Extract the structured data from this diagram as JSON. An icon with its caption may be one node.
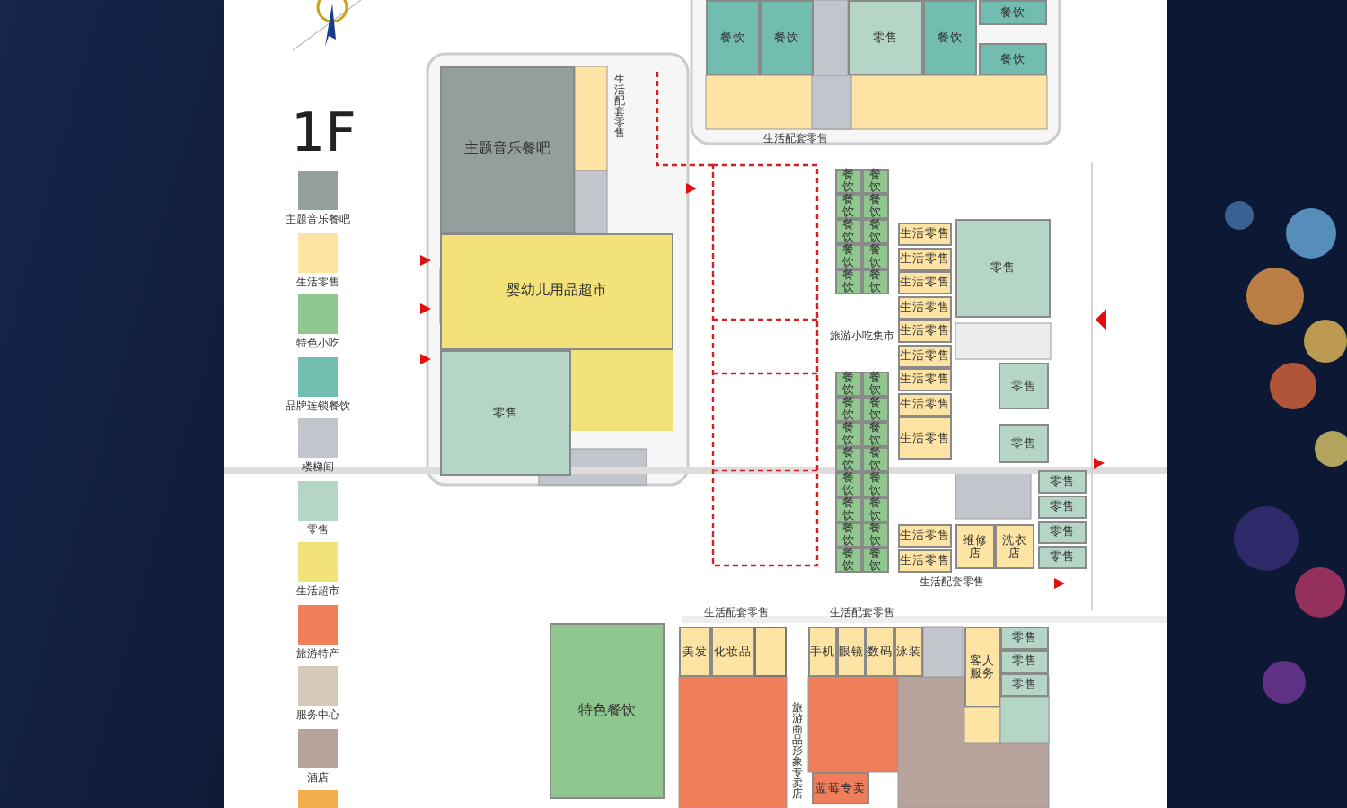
{
  "diagram": {
    "title": "1F",
    "nodes": [
      {
        "text": [
          "主题音乐餐吧"
        ]
      },
      {
        "text": [
          "婴幼儿用品超市"
        ]
      },
      {
        "text": [
          "零售"
        ]
      },
      {
        "text": [
          "餐饮"
        ]
      },
      {
        "text": [
          "餐饮"
        ]
      },
      {
        "text": [
          "零售"
        ]
      },
      {
        "text": [
          "餐饮"
        ]
      },
      {
        "text": [
          "餐饮"
        ]
      },
      {
        "text": [
          "餐饮"
        ]
      },
      {
        "text": [
          "餐饮"
        ]
      },
      {
        "text": [
          "餐饮"
        ]
      },
      {
        "text": [
          "餐饮"
        ]
      },
      {
        "text": [
          "餐饮"
        ]
      },
      {
        "text": [
          "餐饮"
        ]
      },
      {
        "text": [
          "餐饮"
        ]
      },
      {
        "text": [
          "餐饮"
        ]
      },
      {
        "text": [
          "餐饮"
        ]
      },
      {
        "text": [
          "餐饮"
        ]
      },
      {
        "text": [
          "餐饮"
        ]
      },
      {
        "text": [
          "餐饮"
        ]
      },
      {
        "text": [
          "餐饮"
        ]
      },
      {
        "text": [
          "餐饮"
        ]
      },
      {
        "text": [
          "餐饮"
        ]
      },
      {
        "text": [
          "餐饮"
        ]
      },
      {
        "text": [
          "餐饮"
        ]
      },
      {
        "text": [
          "餐饮"
        ]
      },
      {
        "text": [
          "餐饮"
        ]
      },
      {
        "text": [
          "餐饮"
        ]
      },
      {
        "text": [
          "餐饮"
        ]
      },
      {
        "text": [
          "餐饮"
        ]
      },
      {
        "text": [
          "餐饮"
        ]
      },
      {
        "text": [
          "餐饮"
        ]
      },
      {
        "text": [
          "餐饮"
        ]
      },
      {
        "text": [
          "餐饮"
        ]
      },
      {
        "text": [
          "餐饮"
        ]
      },
      {
        "text": [
          "生活零售"
        ]
      },
      {
        "text": [
          "生活零售"
        ]
      },
      {
        "text": [
          "生活零售"
        ]
      },
      {
        "text": [
          "生活零售"
        ]
      },
      {
        "text": [
          "生活零售"
        ]
      },
      {
        "text": [
          "生活零售"
        ]
      },
      {
        "text": [
          "生活零售"
        ]
      },
      {
        "text": [
          "生活零售"
        ]
      },
      {
        "text": [
          "零售"
        ]
      },
      {
        "text": [
          "零售"
        ]
      },
      {
        "text": [
          "生活零售"
        ]
      },
      {
        "text": [
          "零售"
        ]
      },
      {
        "text": [
          "维修店"
        ]
      },
      {
        "text": [
          "洗衣店"
        ]
      },
      {
        "text": [
          "生活零售"
        ]
      },
      {
        "text": [
          "生活零售"
        ]
      },
      {
        "text": [
          "零售"
        ]
      },
      {
        "text": [
          "零售"
        ]
      },
      {
        "text": [
          "零售"
        ]
      },
      {
        "text": [
          "零售"
        ]
      },
      {
        "text": [
          "特色餐饮"
        ]
      },
      {
        "text": [
          "美发"
        ]
      },
      {
        "text": [
          "化妆品"
        ]
      },
      {
        "text": [],
        "shape": "box"
      },
      {
        "text": [
          "手机"
        ]
      },
      {
        "text": [
          "眼镜"
        ]
      },
      {
        "text": [
          "数码"
        ]
      },
      {
        "text": [
          "泳装"
        ]
      },
      {
        "text": [
          "客人服务"
        ]
      },
      {
        "text": [
          "零售"
        ]
      },
      {
        "text": [
          "零售"
        ]
      },
      {
        "text": [
          "零售"
        ]
      },
      {
        "text": [
          "蓝莓专卖"
        ]
      }
    ],
    "labels": [
      "生活配套零售",
      "生活配套零售",
      "旅游小吃集市",
      "生活配套零售",
      "生活配套零售",
      "生活配套零售",
      "旅游商品形象专卖店"
    ],
    "legend": [
      {
        "text": "主题音乐餐吧",
        "color": "#949e9c"
      },
      {
        "text": "生活零售",
        "color": "#fde3a4"
      },
      {
        "text": "特色小吃",
        "color": "#8fc78f"
      },
      {
        "text": "品牌连锁餐饮",
        "color": "#72bdb0"
      },
      {
        "text": "楼梯间",
        "color": "#c3c5cc"
      },
      {
        "text": "零售",
        "color": "#b5d6c6"
      },
      {
        "text": "生活超市",
        "color": "#f3e27a"
      },
      {
        "text": "旅游特产",
        "color": "#f07e5a"
      },
      {
        "text": "服务中心",
        "color": "#d8c8b8"
      },
      {
        "text": "酒店",
        "color": "#b8a39c"
      }
    ]
  }
}
